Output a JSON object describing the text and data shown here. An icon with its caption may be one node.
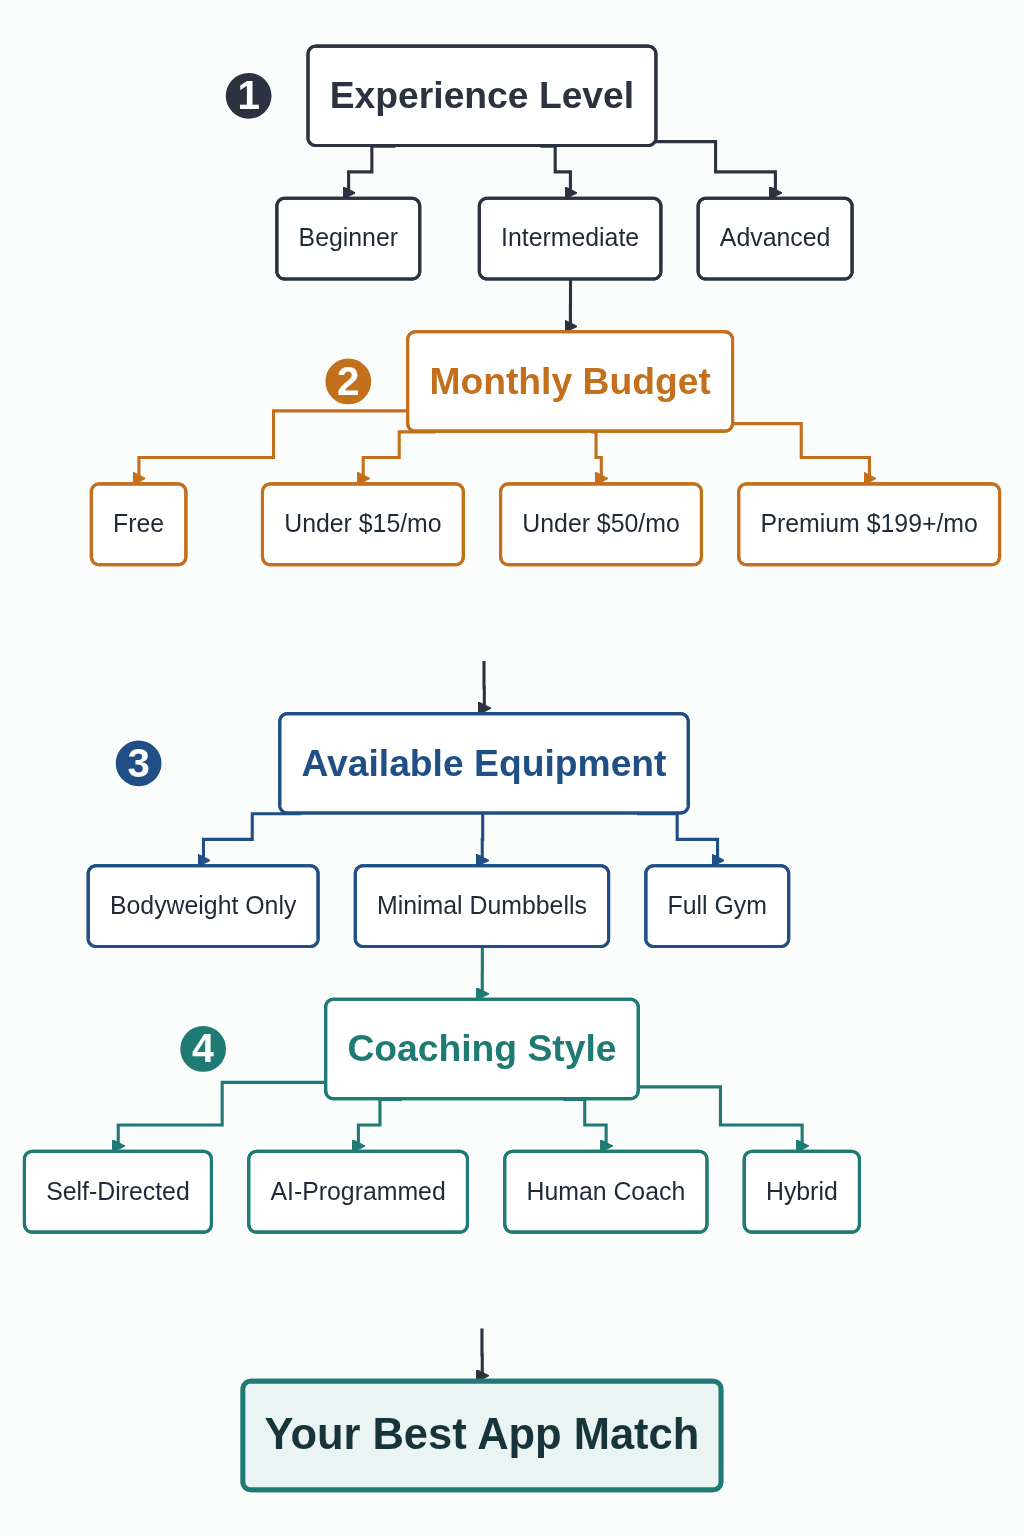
{
  "diagram": {
    "nodes": [
      {
        "text": [
          "1"
        ]
      },
      {
        "text": [
          "Experience Level"
        ]
      },
      {
        "text": [
          "Beginner"
        ]
      },
      {
        "text": [
          "Intermediate"
        ]
      },
      {
        "text": [
          "Advanced"
        ]
      },
      {
        "text": [
          "2"
        ]
      },
      {
        "text": [
          "Monthly Budget"
        ]
      },
      {
        "text": [
          "Free"
        ]
      },
      {
        "text": [
          "Under $15/mo"
        ]
      },
      {
        "text": [
          "Under $50/mo"
        ]
      },
      {
        "text": [
          "Premium $199+/mo"
        ]
      },
      {
        "text": [
          "3"
        ]
      },
      {
        "text": [
          "Available Equipment"
        ]
      },
      {
        "text": [
          "Bodyweight Only"
        ]
      },
      {
        "text": [
          "Minimal Dumbbells"
        ]
      },
      {
        "text": [
          "Full Gym"
        ]
      },
      {
        "text": [
          "4"
        ]
      },
      {
        "text": [
          "Coaching Style"
        ]
      },
      {
        "text": [
          "Self-Directed"
        ]
      },
      {
        "text": [
          "AI-Programmed"
        ]
      },
      {
        "text": [
          "Human Coach"
        ]
      },
      {
        "text": [
          "Hybrid"
        ]
      },
      {
        "text": [
          "Your Best App Match"
        ]
      }
    ],
    "edges": [
      {
        "from": 1,
        "to": 2,
        "arrow": "to"
      },
      {
        "from": 1,
        "to": 3,
        "arrow": "to"
      },
      {
        "from": 1,
        "to": 4,
        "arrow": "to"
      },
      {
        "from": 3,
        "to": 6,
        "arrow": "to"
      },
      {
        "from": 6,
        "to": 7,
        "arrow": "to",
        "color": "#c2701c"
      },
      {
        "from": 6,
        "to": 8,
        "arrow": "to",
        "color": "#c2701c"
      },
      {
        "from": 6,
        "to": 9,
        "arrow": "to",
        "color": "#c2701c"
      },
      {
        "from": 6,
        "to": 10,
        "arrow": "to",
        "color": "#c2701c"
      },
      {
        "from": null,
        "to": 12,
        "arrow": "to"
      },
      {
        "from": 12,
        "to": 13,
        "arrow": "to",
        "color": "#1f4f85"
      },
      {
        "from": 12,
        "to": 14,
        "arrow": "to",
        "color": "#1f4f85"
      },
      {
        "from": 12,
        "to": 15,
        "arrow": "to",
        "color": "#1f4f85"
      },
      {
        "from": 14,
        "to": 17,
        "arrow": "to",
        "color": "#1f7a73"
      },
      {
        "from": 17,
        "to": 18,
        "arrow": "to",
        "color": "#1f7a73"
      },
      {
        "from": 17,
        "to": 19,
        "arrow": "to",
        "color": "#1f7a73"
      },
      {
        "from": 17,
        "to": 20,
        "arrow": "to",
        "color": "#1f7a73"
      },
      {
        "from": 17,
        "to": 21,
        "arrow": "to",
        "color": "#1f7a73"
      },
      {
        "from": null,
        "to": 22,
        "arrow": "to"
      }
    ]
  }
}
